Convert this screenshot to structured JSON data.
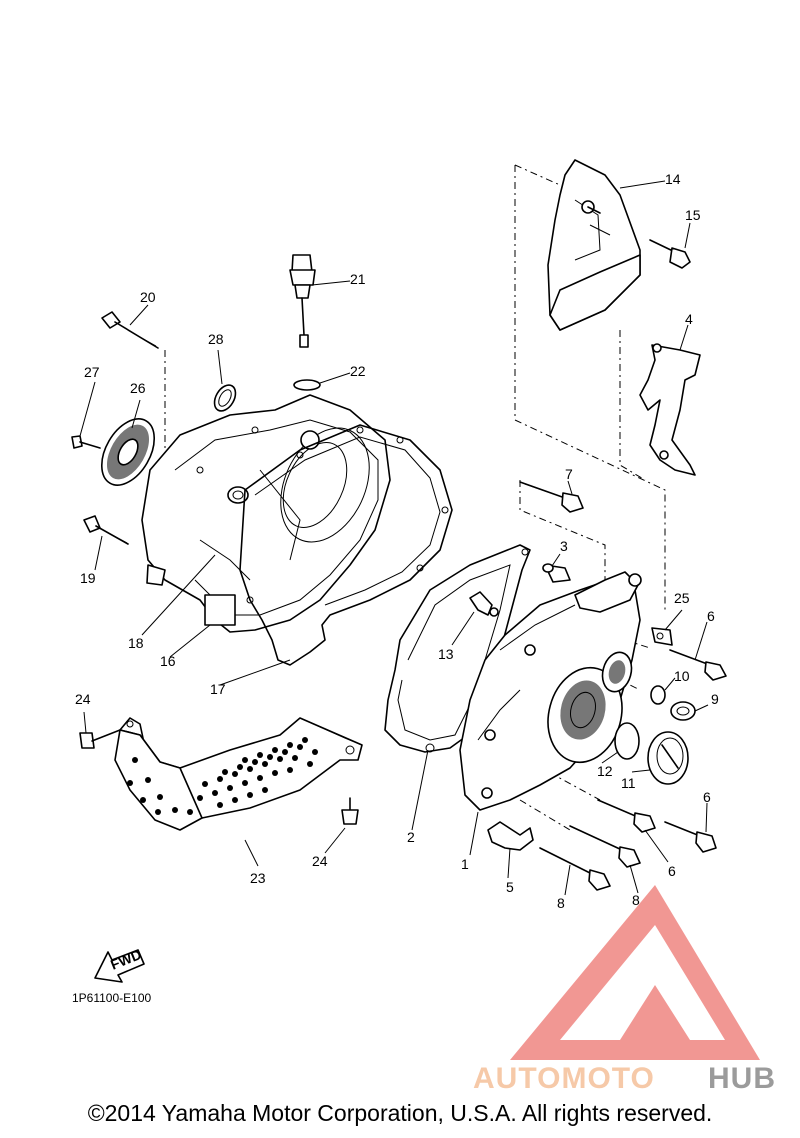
{
  "diagram": {
    "part_numbers": [
      "1",
      "2",
      "3",
      "4",
      "5",
      "6",
      "6",
      "6",
      "7",
      "8",
      "8",
      "9",
      "10",
      "11",
      "12",
      "13",
      "14",
      "15",
      "16",
      "17",
      "18",
      "19",
      "20",
      "21",
      "22",
      "23",
      "24",
      "24",
      "25",
      "26",
      "27",
      "28"
    ],
    "fwd_label": "FWD",
    "figure_code": "1P61100-E100"
  },
  "watermark": {
    "text_a": "AUTOMOTO",
    "text_b": "HUB",
    "color_a": "#f5c09a",
    "color_b": "#8a8a8a",
    "logo_color": "#e8514b"
  },
  "footer": {
    "copyright": "©2014 Yamaha Motor Corporation, U.S.A. All rights reserved."
  }
}
